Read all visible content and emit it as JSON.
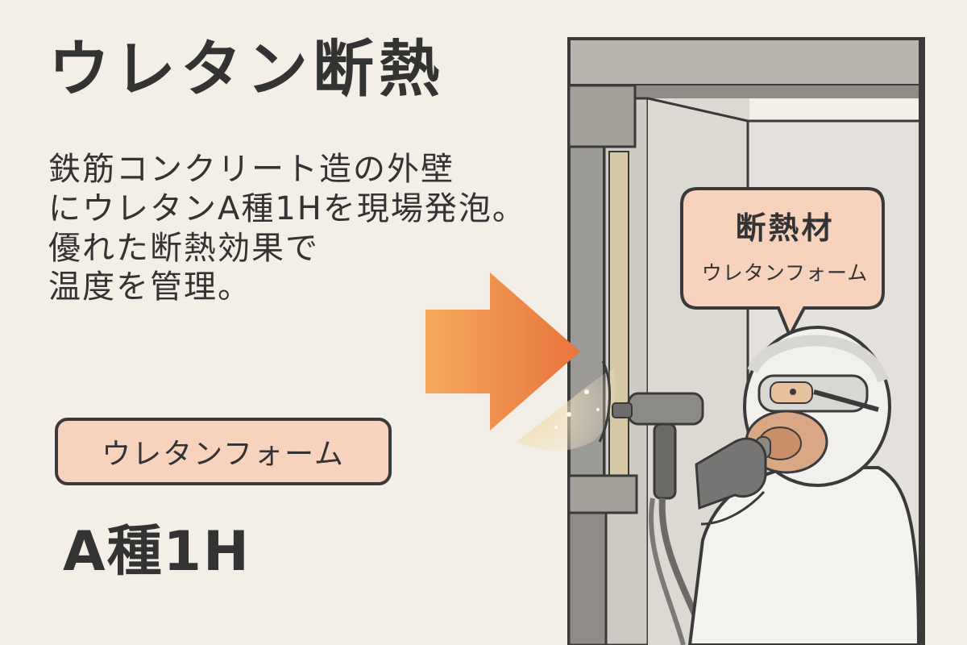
{
  "title": "ウレタン断熱",
  "description": {
    "line1": "鉄筋コンクリート造の外壁",
    "line2": "にウレタンA種1Hを現場発泡。",
    "line3": "優れた断熱効果で",
    "line4": "温度を管理。"
  },
  "material_label": "ウレタンフォーム",
  "material_grade": "A種1H",
  "callout": {
    "title": "断熱材",
    "subtitle": "ウレタンフォーム"
  },
  "colors": {
    "background": "#f3efe7",
    "label_fill": "#f7d2bd",
    "arrow_start": "#f3a55a",
    "arrow_end": "#e9783f",
    "outline": "#3a3a3a"
  }
}
